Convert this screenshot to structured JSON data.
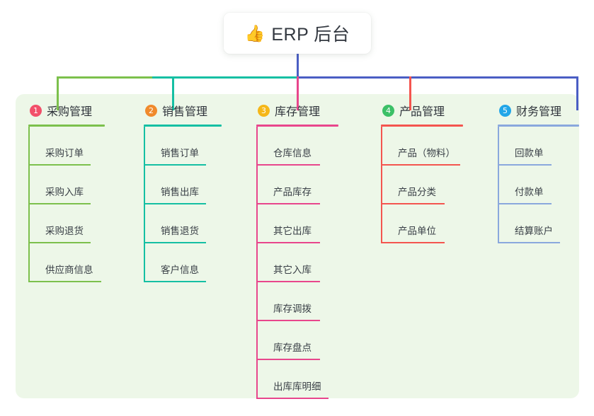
{
  "title": {
    "emoji": "👍",
    "icon_name": "thumbs-up-icon",
    "text": "ERP 后台"
  },
  "theme": {
    "panel_background": "#edf7e8",
    "page_background": "#ffffff",
    "stem_color": "#4a5ec4",
    "text_color": "#3a4047"
  },
  "columns": [
    {
      "number": "1",
      "label": "采购管理",
      "badge_color": "#f2506a",
      "line_color": "#7cc04c",
      "items": [
        {
          "label": "采购订单",
          "rule_width": 88
        },
        {
          "label": "采购入库",
          "rule_width": 88
        },
        {
          "label": "采购退货",
          "rule_width": 88
        },
        {
          "label": "供应商信息",
          "rule_width": 103
        }
      ]
    },
    {
      "number": "2",
      "label": "销售管理",
      "badge_color": "#f08a2c",
      "line_color": "#15bfa3",
      "items": [
        {
          "label": "销售订单",
          "rule_width": 88
        },
        {
          "label": "销售出库",
          "rule_width": 88
        },
        {
          "label": "销售退货",
          "rule_width": 88
        },
        {
          "label": "客户信息",
          "rule_width": 88
        }
      ]
    },
    {
      "number": "3",
      "label": "库存管理",
      "badge_color": "#f5b719",
      "line_color": "#e8468c",
      "items": [
        {
          "label": "仓库信息",
          "rule_width": 90
        },
        {
          "label": "产品库存",
          "rule_width": 90
        },
        {
          "label": "其它出库",
          "rule_width": 90
        },
        {
          "label": "其它入库",
          "rule_width": 90
        },
        {
          "label": "库存调拨",
          "rule_width": 90
        },
        {
          "label": "库存盘点",
          "rule_width": 90
        },
        {
          "label": "出库库明细",
          "rule_width": 102
        }
      ]
    },
    {
      "number": "4",
      "label": "产品管理",
      "badge_color": "#3cc067",
      "line_color": "#f4554f",
      "items": [
        {
          "label": "产品（物料）",
          "rule_width": 112
        },
        {
          "label": "产品分类",
          "rule_width": 90
        },
        {
          "label": "产品单位",
          "rule_width": 90
        }
      ]
    },
    {
      "number": "5",
      "label": "财务管理",
      "badge_color": "#22a6e8",
      "line_color": "#8aa8dd",
      "items": [
        {
          "label": "回款单",
          "rule_width": 76
        },
        {
          "label": "付款单",
          "rule_width": 76
        },
        {
          "label": "结算账户",
          "rule_width": 88
        }
      ]
    }
  ]
}
